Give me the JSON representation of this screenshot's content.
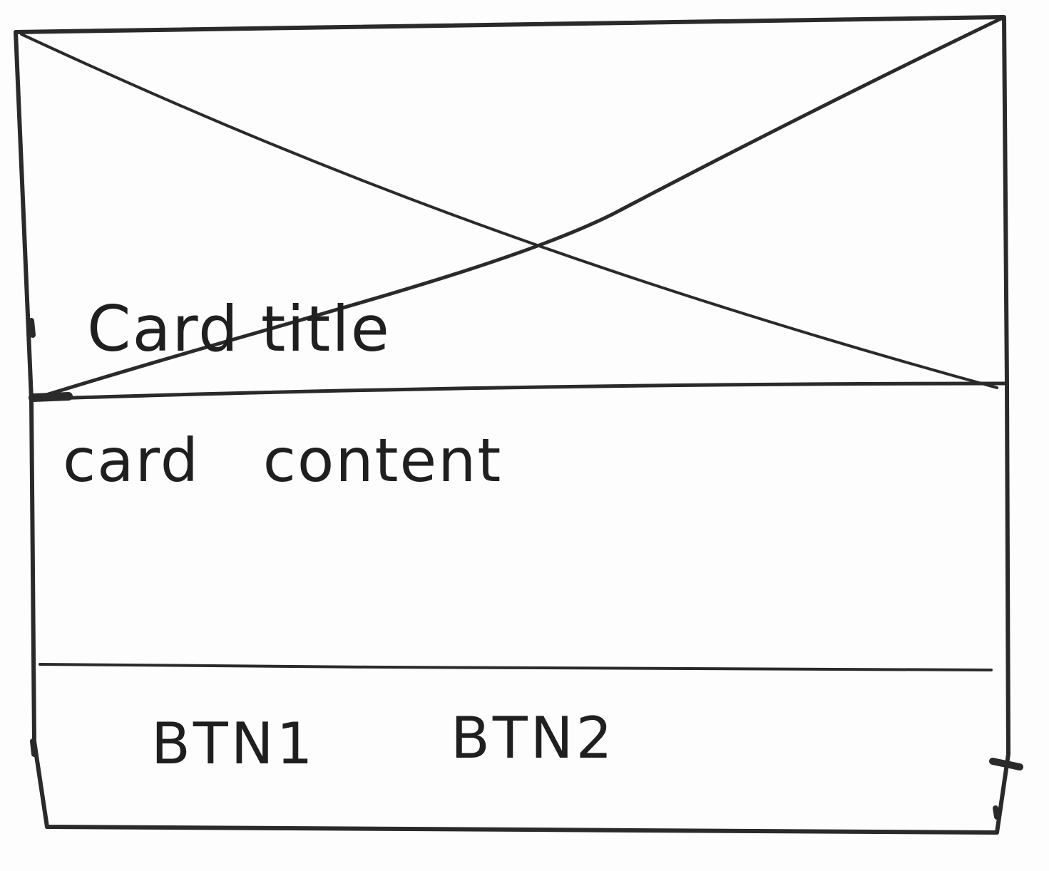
{
  "card": {
    "title": "Card title",
    "content": "card content",
    "buttons": [
      {
        "label": "BTN1"
      },
      {
        "label": "BTN2"
      }
    ]
  },
  "colors": {
    "ink": "#2a2a2a",
    "paper": "#fdfdfd"
  },
  "icons": {
    "image_placeholder": "crossed-box-image-placeholder-icon"
  }
}
